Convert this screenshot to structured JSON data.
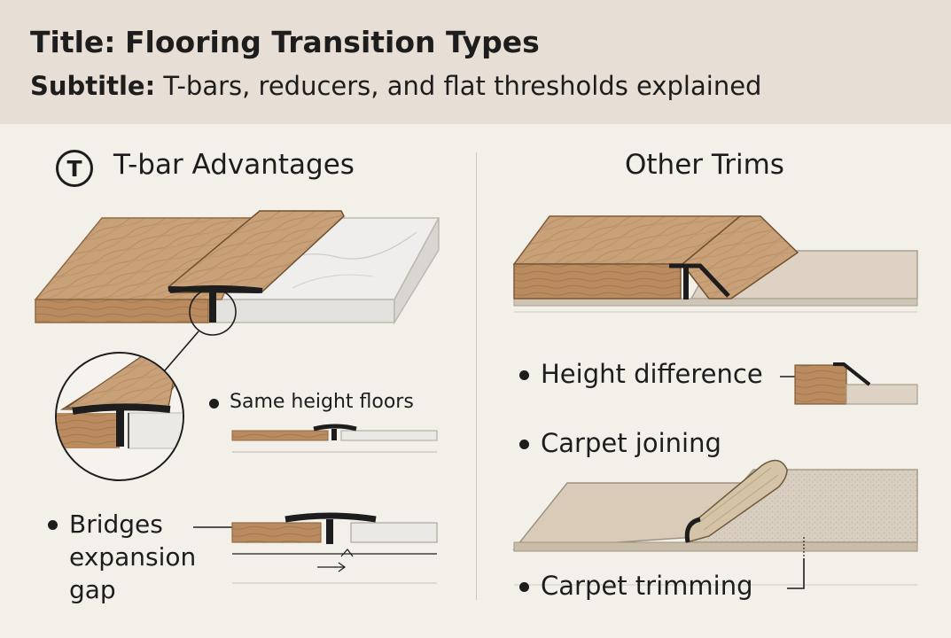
{
  "header": {
    "title_prefix": "Title:",
    "title": "Flooring Transition Types",
    "subtitle_prefix": "Subtitle:",
    "subtitle": "T-bars, reducers, and flat thresholds explained"
  },
  "left": {
    "icon_letter": "T",
    "heading": "T-bar Advantages",
    "labels": {
      "same_height": "Same height floors",
      "bridges_line1": "Bridges",
      "bridges_line2": "expansion",
      "bridges_line3": "gap"
    }
  },
  "right": {
    "heading": "Other Trims",
    "labels": {
      "height_difference": "Height difference",
      "carpet_joining": "Carpet joining",
      "carpet_trimming": "Carpet trimming"
    }
  },
  "colors": {
    "header_bg": "#e7ded5",
    "page_bg": "#f3f0ea",
    "wood": "#c9a178",
    "wood_dark": "#a87d53",
    "marble": "#efeeec",
    "carpet": "#d8cebf",
    "metal": "#1d1d1d"
  }
}
